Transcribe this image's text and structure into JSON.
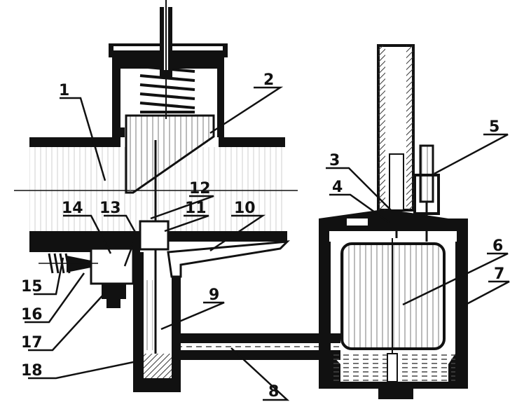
{
  "callouts": [
    {
      "id": "1",
      "text": "1"
    },
    {
      "id": "2",
      "text": "2"
    },
    {
      "id": "3",
      "text": "3"
    },
    {
      "id": "4",
      "text": "4"
    },
    {
      "id": "5",
      "text": "5"
    },
    {
      "id": "6",
      "text": "6"
    },
    {
      "id": "7",
      "text": "7"
    },
    {
      "id": "8",
      "text": "8"
    },
    {
      "id": "9",
      "text": "9"
    },
    {
      "id": "10",
      "text": "10"
    },
    {
      "id": "11",
      "text": "11"
    },
    {
      "id": "12",
      "text": "12"
    },
    {
      "id": "13",
      "text": "13"
    },
    {
      "id": "14",
      "text": "14"
    },
    {
      "id": "15",
      "text": "15"
    },
    {
      "id": "16",
      "text": "16"
    },
    {
      "id": "17",
      "text": "17"
    },
    {
      "id": "18",
      "text": "18"
    }
  ],
  "colors": {
    "ink": "#111111",
    "paper": "#ffffff",
    "hatch": "#555555"
  }
}
